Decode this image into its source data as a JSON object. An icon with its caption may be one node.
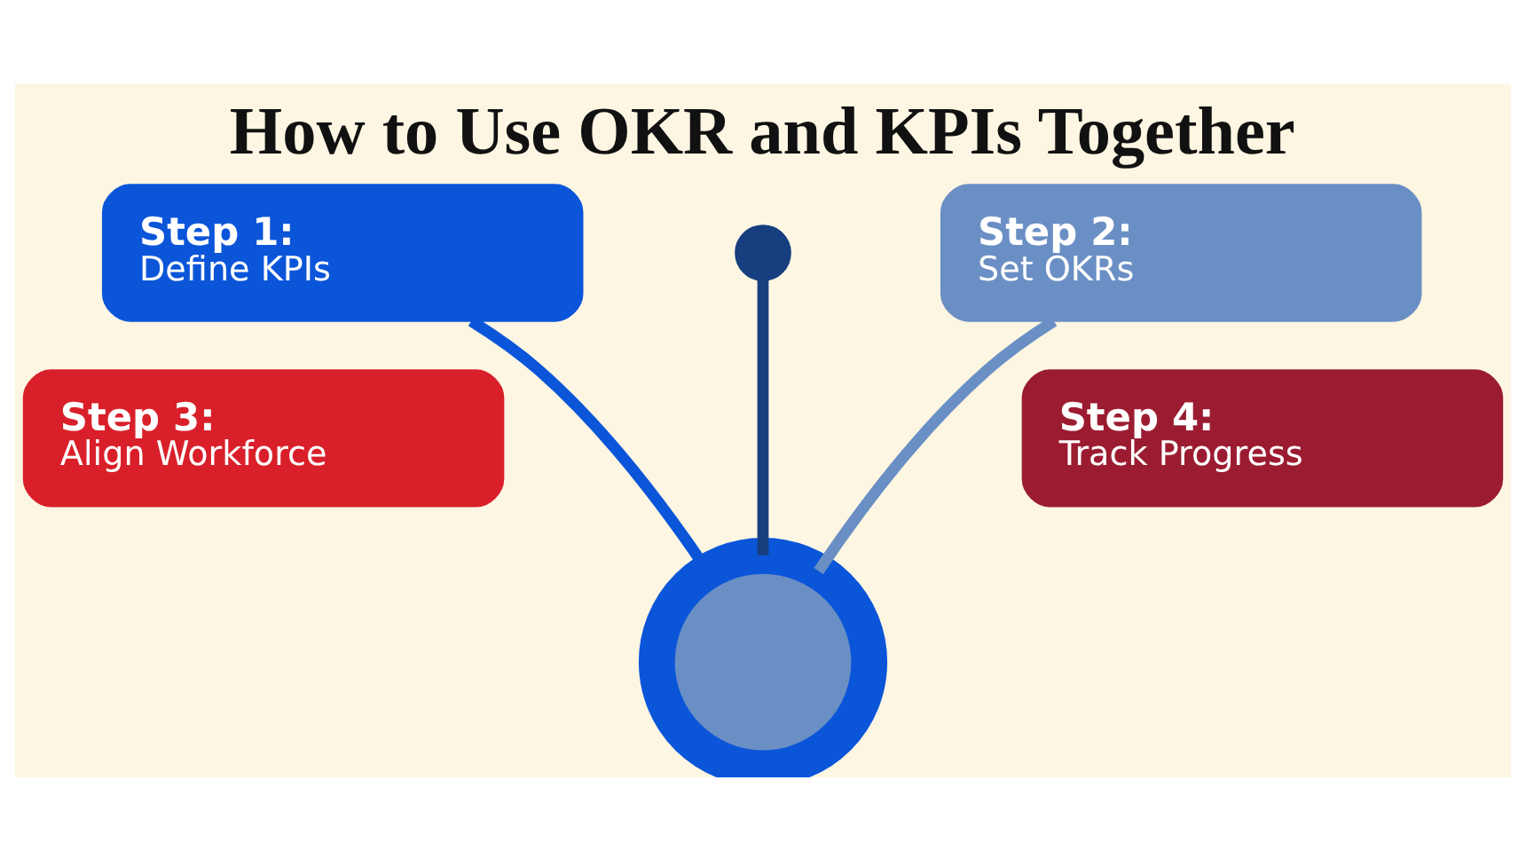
{
  "diagram": {
    "title": "How to Use OKR and KPIs Together",
    "nodes": [
      {
        "text": [
          "Step 1:",
          "Define KPIs"
        ]
      },
      {
        "text": [],
        "shape": "circle"
      },
      {
        "text": [
          "Step 2:",
          "Set OKRs"
        ]
      },
      {
        "text": [
          "Step 3:",
          "Align Workforce"
        ]
      },
      {
        "text": [
          "Step 4:",
          "Track Progress"
        ]
      },
      {
        "text": [],
        "shape": "circle"
      }
    ],
    "edges": [
      {
        "from": 0,
        "to": 5,
        "arrow": "none",
        "color": "#0b55d9"
      },
      {
        "from": 2,
        "to": 5,
        "arrow": "none",
        "color": "#6a8fc4"
      },
      {
        "from": 1,
        "to": 5,
        "arrow": "none",
        "color": "#173f80"
      }
    ]
  }
}
